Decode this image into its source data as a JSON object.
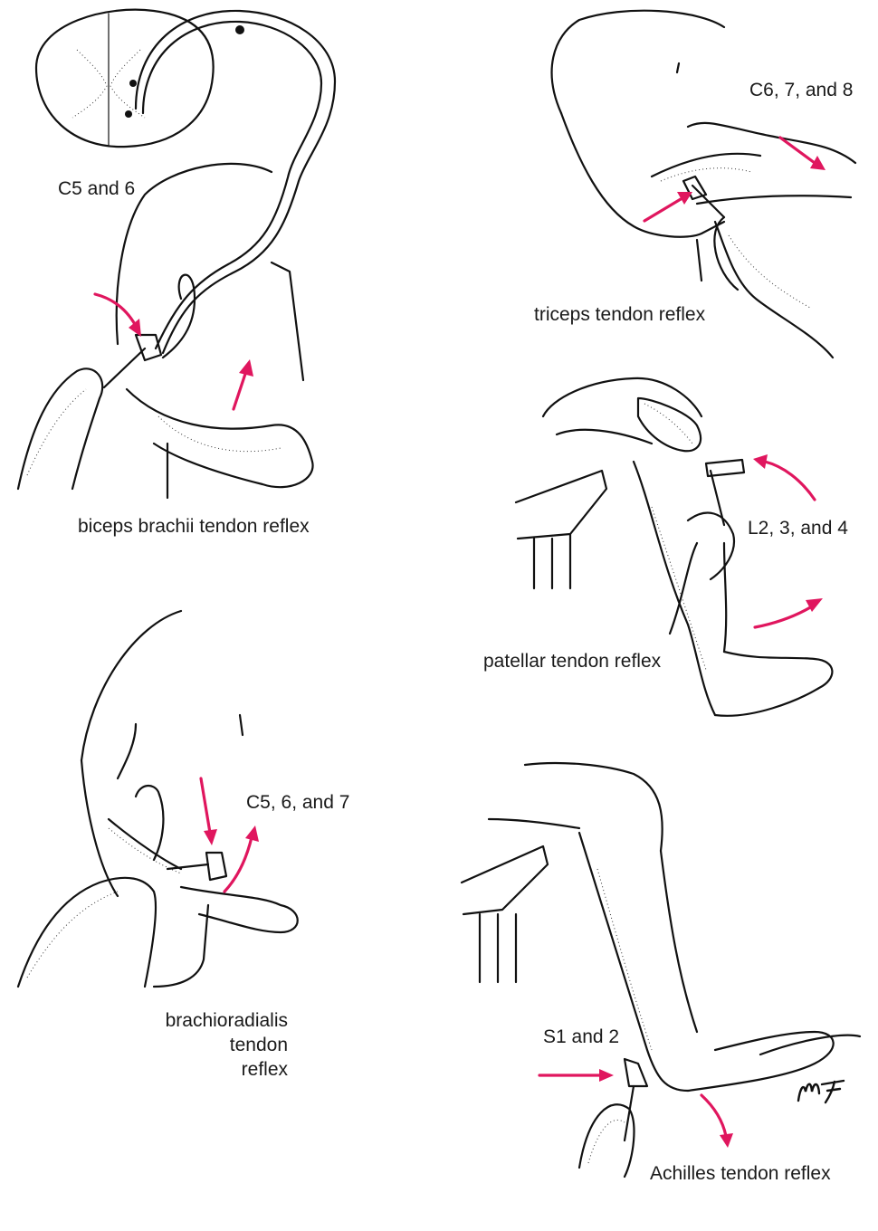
{
  "accent_color": "#e0165e",
  "panels": {
    "biceps": {
      "level": "C5 and 6",
      "caption": "biceps brachii tendon reflex"
    },
    "triceps": {
      "level": "C6, 7, and 8",
      "caption": "triceps tendon reflex"
    },
    "patellar": {
      "level": "L2, 3, and 4",
      "caption": "patellar tendon reflex"
    },
    "brachioradialis": {
      "level": "C5, 6, and 7",
      "caption_lines": [
        "brachioradialis",
        "tendon",
        "reflex"
      ]
    },
    "achilles": {
      "level": "S1 and 2",
      "caption": "Achilles tendon reflex"
    }
  },
  "signature": "MF"
}
